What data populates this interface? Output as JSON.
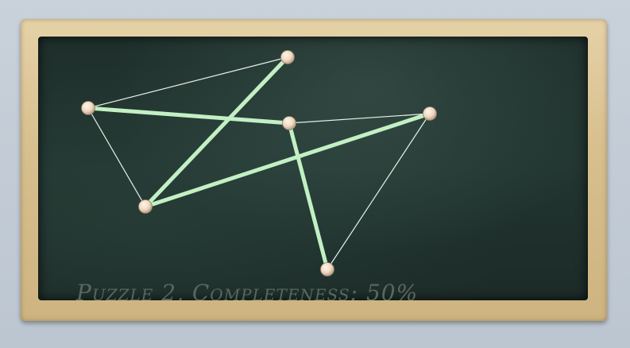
{
  "game": {
    "status_text": "Puzzle 2, Completeness: 50%",
    "puzzle_number": 2,
    "completeness_percent": 50
  },
  "colors": {
    "chalk_line": "#e8f0e6",
    "solved_line": "#c2f0c4",
    "node": "#f0d8c0",
    "board": "#1f302c",
    "frame": "#d8c08f"
  },
  "graph": {
    "nodes": [
      {
        "id": "n1",
        "name": "node-top"
      },
      {
        "id": "n2",
        "name": "node-left"
      },
      {
        "id": "n3",
        "name": "node-center"
      },
      {
        "id": "n4",
        "name": "node-right"
      },
      {
        "id": "n5",
        "name": "node-lower-left"
      },
      {
        "id": "n6",
        "name": "node-bottom"
      }
    ],
    "edges": [
      {
        "from": "n2",
        "to": "n1",
        "state": "thin"
      },
      {
        "from": "n2",
        "to": "n5",
        "state": "thin"
      },
      {
        "from": "n3",
        "to": "n4",
        "state": "thin"
      },
      {
        "from": "n4",
        "to": "n6",
        "state": "thin"
      },
      {
        "from": "n2",
        "to": "n3",
        "state": "bold"
      },
      {
        "from": "n1",
        "to": "n5",
        "state": "bold"
      },
      {
        "from": "n5",
        "to": "n4",
        "state": "bold"
      },
      {
        "from": "n3",
        "to": "n6",
        "state": "bold"
      }
    ]
  },
  "icons": {
    "chalk": "chalk-stick-icon"
  }
}
